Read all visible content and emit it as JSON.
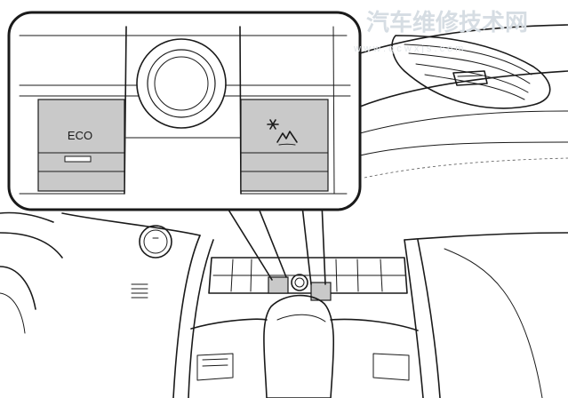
{
  "callout": {
    "left_button_label": "ECO",
    "right_button_icon": "snowflake-mountain-icon"
  },
  "watermark": {
    "title": "汽车维修技术网",
    "url": "w w w . q c w x j s . c o m"
  },
  "colors": {
    "line": "#1a1a1a",
    "highlight": "#c9c9c9",
    "watermark": "#d6dde3"
  }
}
